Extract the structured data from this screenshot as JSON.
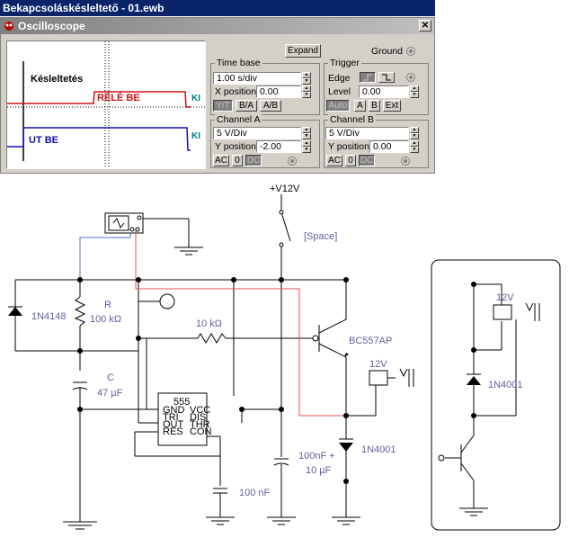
{
  "window": {
    "title": "Bekapcsoláskésleltető - 01.ewb"
  },
  "oscilloscope": {
    "title": "Oscilloscope",
    "close_label": "✕",
    "expand_label": "Expand",
    "ground_label": "Ground",
    "screen": {
      "label_delay": "Késleltetés",
      "label_rele": "RÉLÉ BE",
      "label_ut": "UT BE",
      "label_ki_top": "KI",
      "label_ki_bottom": "KI"
    },
    "timebase": {
      "title": "Time base",
      "value": "1.00 s/div",
      "xpos_label": "X position",
      "xpos_value": "0.00",
      "buttons": [
        "Y/T",
        "B/A",
        "A/B"
      ]
    },
    "trigger": {
      "title": "Trigger",
      "edge_label": "Edge",
      "level_label": "Level",
      "level_value": "0.00",
      "buttons": [
        "Auto",
        "A",
        "B",
        "Ext"
      ]
    },
    "channel_a": {
      "title": "Channel A",
      "value": "5  V/Div",
      "ypos_label": "Y position",
      "ypos_value": "-2.00",
      "buttons": [
        "AC",
        "0",
        "DC"
      ]
    },
    "channel_b": {
      "title": "Channel B",
      "value": "5  V/Div",
      "ypos_label": "Y position",
      "ypos_value": "0.00",
      "buttons": [
        "AC",
        "0",
        "DC"
      ]
    }
  },
  "schematic": {
    "supply": "+V12V",
    "switch_label": "[Space]",
    "diode_1": "1N4148",
    "resistor_r": "R",
    "resistor_r_value": "100 kΩ",
    "resistor_10k": "10 kΩ",
    "capacitor_c": "C",
    "capacitor_c_value": "47 µF",
    "ic_label": "555",
    "ic_pins_left": [
      "GND",
      "TRI",
      "OUT",
      "RES"
    ],
    "ic_pins_right": [
      "VCC",
      "DIS",
      "THR",
      "CON"
    ],
    "transistor": "BC557AP",
    "relay_voltage": "12V",
    "diode_2": "1N4001",
    "cap_100n": "100 nF",
    "cap_combo_1": "100nF +",
    "cap_combo_2": "10 µF",
    "inset_relay_voltage": "12V",
    "inset_diode": "1N4001"
  }
}
